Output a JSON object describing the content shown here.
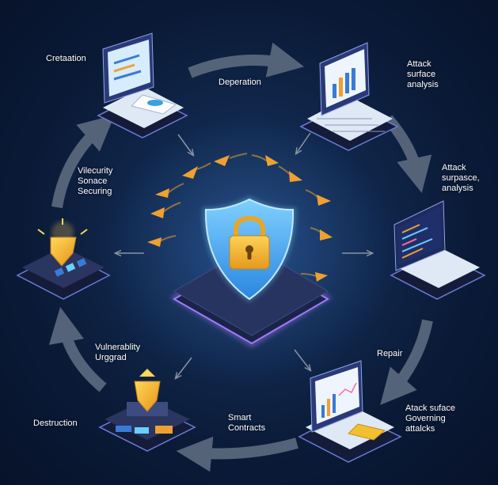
{
  "colors": {
    "background": "#0a1a36",
    "shield": "#4fb3ff",
    "lock": "#f2b134",
    "glow": "#a66cff",
    "arrow": "#5d6b80",
    "accent_orange": "#f0a030"
  },
  "labels": {
    "creation": "Cretaation",
    "deperation": "Deperation",
    "attack_top": [
      "Attack",
      "surface",
      "analysis"
    ],
    "attack_right": [
      "Attack",
      "surpasce,",
      "analysis"
    ],
    "vulnerability_left": [
      "Vilecurity",
      "Sonace",
      "Securing"
    ],
    "vulnerability_upgrade": [
      "Vulnerablity",
      "Urggrad"
    ],
    "repair": "Repair",
    "destruction": "Destruction",
    "smart_contracts": [
      "Smart",
      "Contracts"
    ],
    "attack_governing": [
      "Atack suface",
      "Governing",
      "attalcks"
    ]
  },
  "icons": {
    "center": "shield-lock-icon",
    "nodes": [
      "laptop-document-icon",
      "laptop-chart-icon",
      "laptop-code-icon",
      "laptop-analytics-icon",
      "token-platform-icon",
      "crystal-platform-icon"
    ]
  }
}
